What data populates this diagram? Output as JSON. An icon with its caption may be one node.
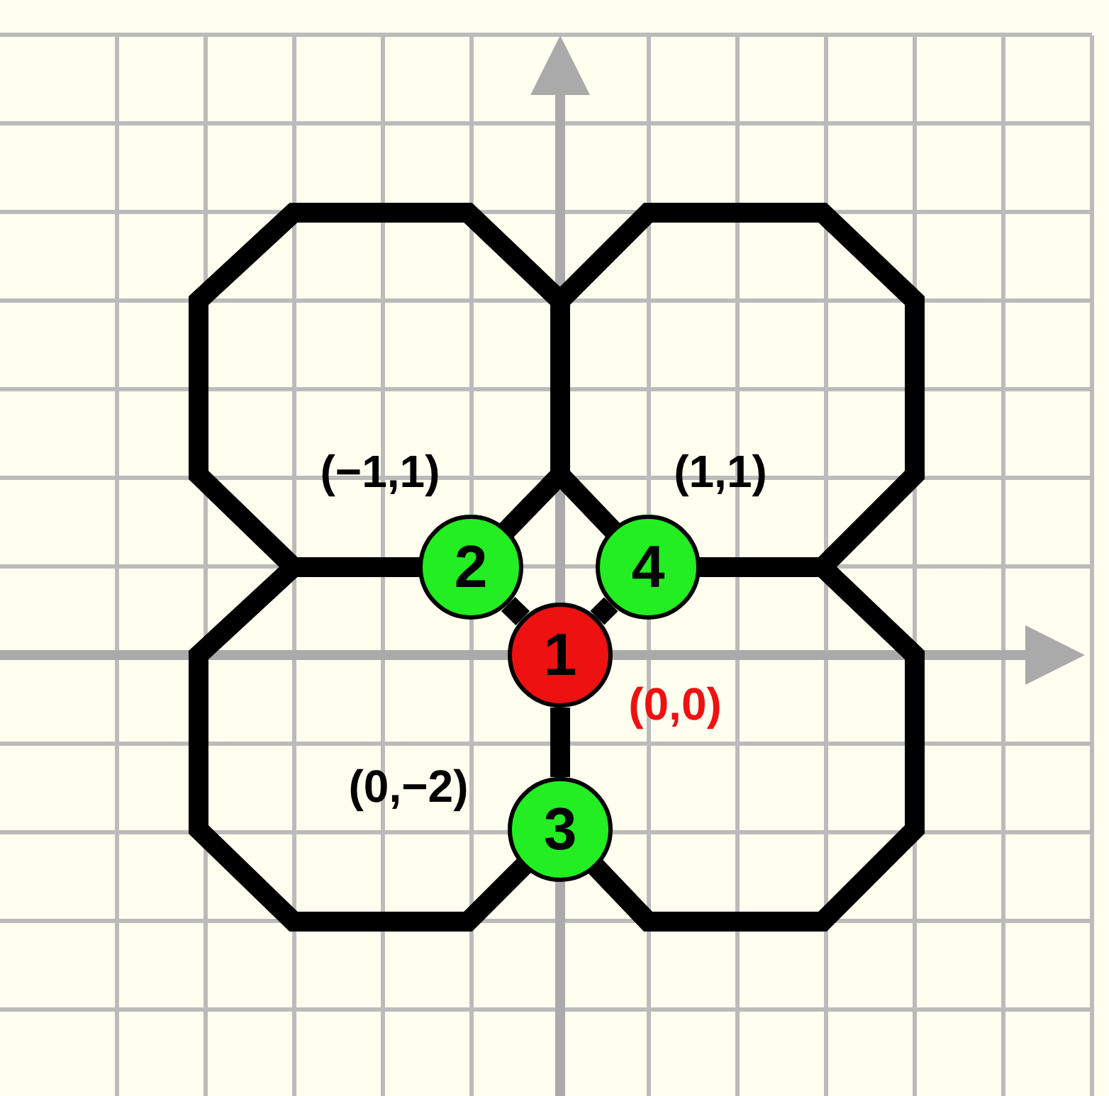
{
  "diagram": {
    "nodes": [
      {
        "text": [
          "2"
        ],
        "beside": [
          "(−1,1)"
        ]
      },
      {
        "text": [
          "4"
        ],
        "beside": [
          "(1,1)"
        ]
      },
      {
        "text": [
          "1"
        ],
        "beside": [
          "(0,0)"
        ]
      },
      {
        "text": [
          "3"
        ],
        "beside": [
          "(0,−2)"
        ]
      }
    ],
    "edges": [
      {
        "from": 2,
        "to": 0,
        "arrow": "none"
      },
      {
        "from": 2,
        "to": 1,
        "arrow": "none"
      },
      {
        "from": 2,
        "to": 3,
        "arrow": "none"
      }
    ]
  }
}
